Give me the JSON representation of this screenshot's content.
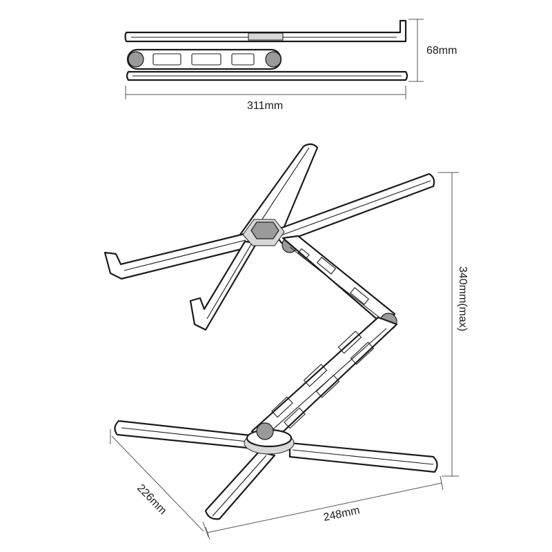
{
  "dimensions": {
    "folded_height": "68mm",
    "folded_length": "311mm",
    "max_height": "340mm(max)",
    "base_depth": "226mm",
    "base_width": "248mm"
  },
  "colors": {
    "line": "#1a1a1a",
    "joint": "#9a9a9a",
    "dimension_line": "#555555"
  }
}
